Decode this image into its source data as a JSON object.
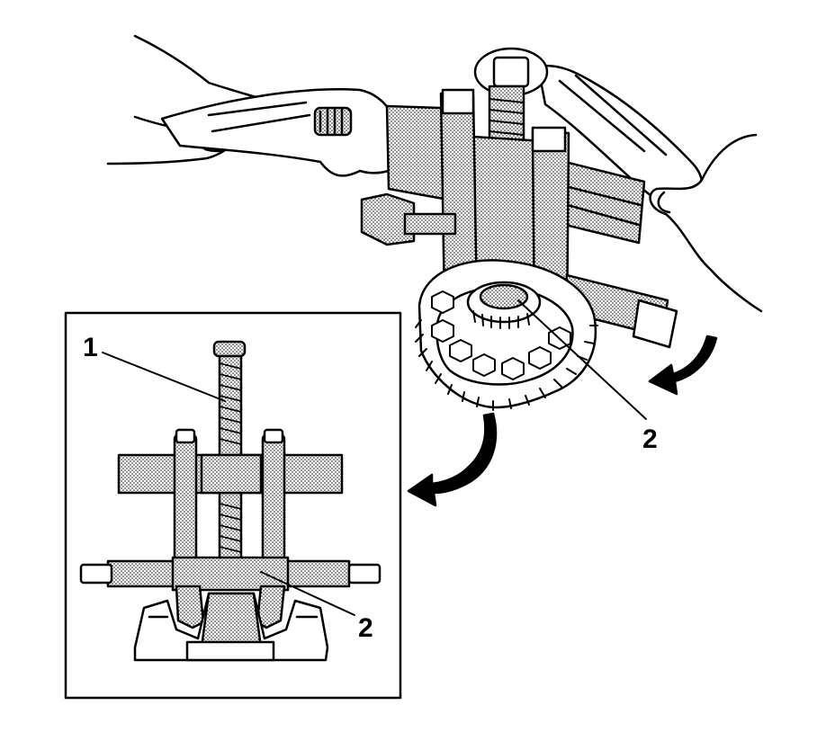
{
  "callouts": {
    "main_2": "2",
    "inset_1": "1",
    "inset_2": "2"
  },
  "colors": {
    "line": "#000000",
    "fill": "#ffffff",
    "shade": "#bdbdbd"
  }
}
